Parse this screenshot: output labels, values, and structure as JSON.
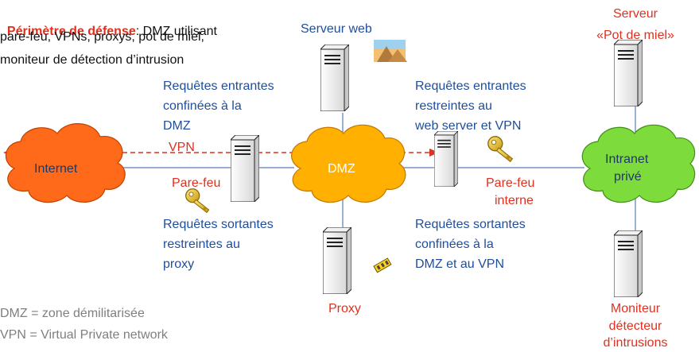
{
  "title": {
    "bold": "Périmètre de défense",
    "rest": ": DMZ utilisant",
    "line2": "pare-feu, VPNs, proxys, pot de miel,",
    "line3": "moniteur de détection d’intrusion"
  },
  "legend": {
    "dmz": "DMZ = zone démilitarisée",
    "vpn": "VPN = Virtual Private network"
  },
  "clouds": {
    "internet": "Internet",
    "dmz": "DMZ",
    "intranet_line1": "Intranet",
    "intranet_line2": "privé"
  },
  "servers": {
    "web": "Serveur web",
    "honeypot_line1": "Serveur",
    "honeypot_line2": "«Pot de miel»",
    "proxy": "Proxy",
    "monitor_line1": "Moniteur",
    "monitor_line2": "détecteur",
    "monitor_line3": "d’intrusions"
  },
  "firewalls": {
    "outer": "Pare-feu",
    "inner_line1": "Pare-feu",
    "inner_line2": "interne"
  },
  "vpn_label": "VPN",
  "notes": {
    "in_outer": [
      "Requêtes entrantes",
      "confinées à la",
      "DMZ"
    ],
    "out_outer": [
      "Requêtes sortantes",
      "restreintes au",
      "proxy"
    ],
    "in_inner": [
      "Requêtes entrantes",
      "restreintes au",
      "web server et VPN"
    ],
    "out_inner": [
      "Requêtes sortantes",
      "confinées à la",
      "DMZ et au VPN"
    ]
  },
  "colors": {
    "internet_cloud": "#ff6a1a",
    "dmz_cloud": "#ffb000",
    "intranet_cloud": "#7ddc3c",
    "red_text": "#e03020",
    "blue_text": "#1f4e9a",
    "grey_text": "#7f7f7f"
  }
}
